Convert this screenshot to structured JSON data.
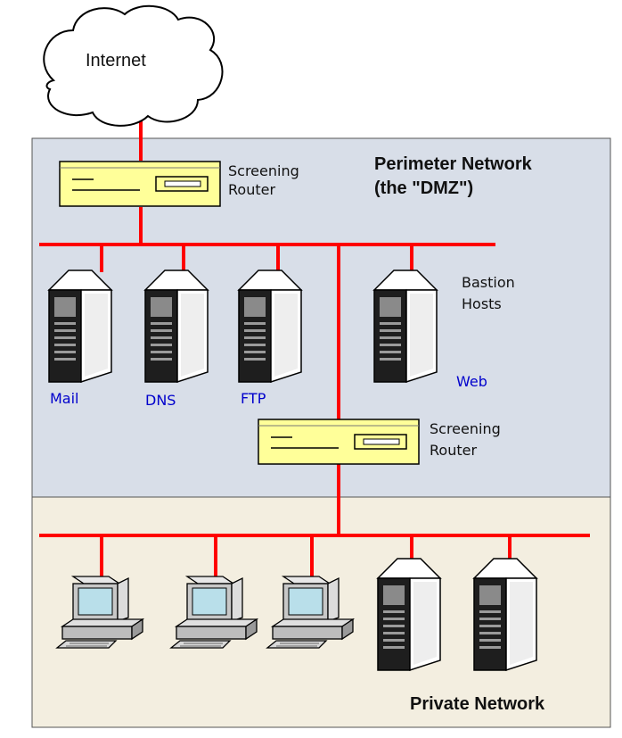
{
  "internet": {
    "label": "Internet"
  },
  "perimeter": {
    "title_line1": "Perimeter Network",
    "title_line2": "(the \"DMZ\")",
    "outer_router": {
      "line1": "Screening",
      "line2": "Router"
    },
    "inner_router": {
      "line1": "Screening",
      "line2": "Router"
    },
    "bastion": {
      "line1": "Bastion",
      "line2": "Hosts"
    },
    "servers": [
      {
        "label": "Mail"
      },
      {
        "label": "DNS"
      },
      {
        "label": "FTP"
      },
      {
        "label": "Web"
      }
    ]
  },
  "private": {
    "title": "Private Network"
  },
  "colors": {
    "link": "#ff0000",
    "perimeter_bg": "#d8dee8",
    "private_bg": "#f3eee0",
    "router_fill": "#ffff99",
    "server_label": "#0000cc"
  }
}
